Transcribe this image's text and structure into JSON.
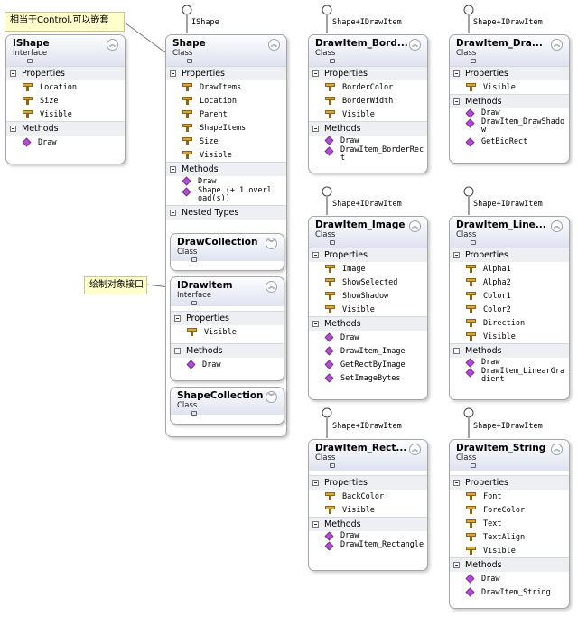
{
  "notes": {
    "shape_note": "相当于Control,可以嵌套",
    "drawitem_note": "绘制对象接口"
  },
  "lollipop_labels": {
    "shape": "IShape",
    "border": "Shape+IDrawItem",
    "drawshadow": "Shape+IDrawItem",
    "image": "Shape+IDrawItem",
    "lineargradient": "Shape+IDrawItem",
    "rectangle": "Shape+IDrawItem",
    "string": "Shape+IDrawItem"
  },
  "section_labels": {
    "properties": "Properties",
    "methods": "Methods",
    "nested_types": "Nested Types"
  },
  "boxes": {
    "ishape": {
      "title": "IShape",
      "stereotype": "Interface",
      "properties": [
        "Location",
        "Size",
        "Visible"
      ],
      "methods": [
        "Draw"
      ]
    },
    "shape": {
      "title": "Shape",
      "stereotype": "Class",
      "properties": [
        "DrawItems",
        "Location",
        "Parent",
        "ShapeItems",
        "Size",
        "Visible"
      ],
      "methods": [
        "Draw",
        "Shape (+ 1 overload(s))"
      ]
    },
    "drawcollection": {
      "title": "DrawCollection",
      "stereotype": "Class"
    },
    "idrawitem": {
      "title": "IDrawItem",
      "stereotype": "Interface",
      "properties": [
        "Visible"
      ],
      "methods": [
        "Draw"
      ]
    },
    "shapecollection": {
      "title": "ShapeCollection",
      "stereotype": "Class"
    },
    "border": {
      "title": "DrawItem_Bord...",
      "stereotype": "Class",
      "properties": [
        "BorderColor",
        "BorderWidth",
        "Visible"
      ],
      "methods": [
        "Draw",
        "DrawItem_BorderRect"
      ]
    },
    "drawshadow": {
      "title": "DrawItem_Dra...",
      "stereotype": "Class",
      "properties": [
        "Visible"
      ],
      "methods": [
        "Draw",
        "DrawItem_DrawShadow",
        "GetBigRect"
      ]
    },
    "image": {
      "title": "DrawItem_Image",
      "stereotype": "Class",
      "properties": [
        "Image",
        "ShowSelected",
        "ShowShadow",
        "Visible"
      ],
      "methods": [
        "Draw",
        "DrawItem_Image",
        "GetRectByImage",
        "SetImageBytes"
      ]
    },
    "lineargradient": {
      "title": "DrawItem_Line...",
      "stereotype": "Class",
      "properties": [
        "Alpha1",
        "Alpha2",
        "Color1",
        "Color2",
        "Direction",
        "Visible"
      ],
      "methods": [
        "Draw",
        "DrawItem_LinearGradient"
      ]
    },
    "rectangle": {
      "title": "DrawItem_Rect...",
      "stereotype": "Class",
      "properties": [
        "BackColor",
        "Visible"
      ],
      "methods": [
        "Draw",
        "DrawItem_Rectangle"
      ]
    },
    "string": {
      "title": "DrawItem_String",
      "stereotype": "Class",
      "properties": [
        "Font",
        "ForeColor",
        "Text",
        "TextAlign",
        "Visible"
      ],
      "methods": [
        "Draw",
        "DrawItem_String"
      ]
    }
  }
}
